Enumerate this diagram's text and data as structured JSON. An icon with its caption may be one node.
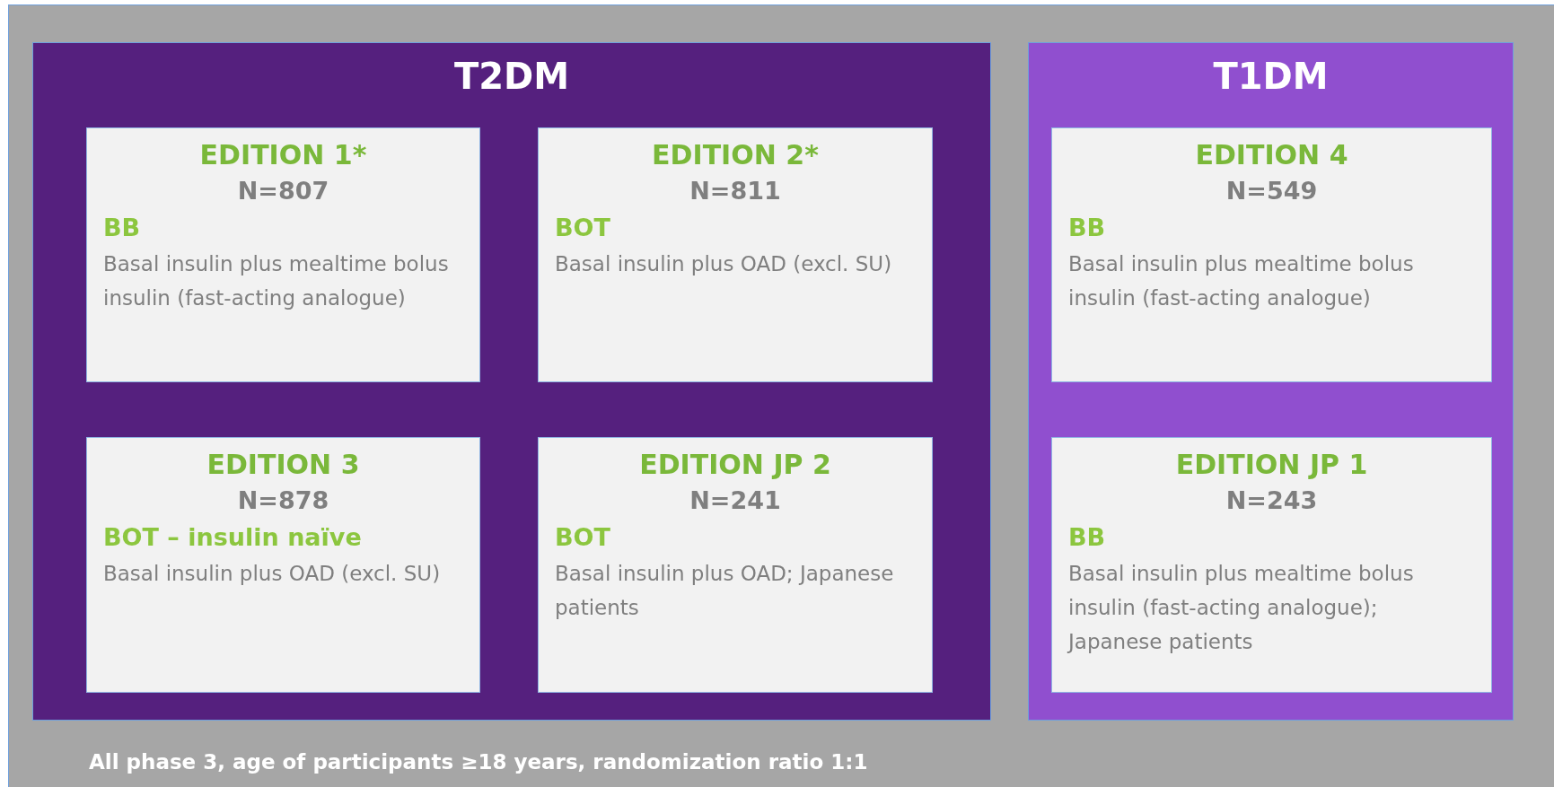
{
  "diagram": {
    "nodes": [
      {
        "text": [
          "T2DM"
        ]
      },
      {
        "text": [
          "EDITION 1*",
          "N=807",
          "BB",
          "Basal insulin plus mealtime bolus insulin (fast-acting analogue)"
        ],
        "in": 0
      },
      {
        "text": [
          "EDITION 2*",
          "N=811",
          "BOT",
          "Basal insulin plus OAD (excl. SU)"
        ],
        "in": 0
      },
      {
        "text": [
          "EDITION 3",
          "N=878",
          "BOT – insulin naïve",
          "Basal insulin plus OAD (excl. SU)"
        ],
        "in": 0
      },
      {
        "text": [
          "EDITION JP 2",
          "N=241",
          "BOT",
          "Basal insulin plus OAD; Japanese patients"
        ],
        "in": 0
      },
      {
        "text": [
          "T1DM"
        ]
      },
      {
        "text": [
          "EDITION 4",
          "N=549",
          "BB",
          "Basal insulin plus mealtime bolus insulin (fast-acting analogue)"
        ],
        "in": 5
      },
      {
        "text": [
          "EDITION JP 1",
          "N=243",
          "BB",
          "Basal insulin plus mealtime bolus insulin (fast-acting analogue); Japanese patients"
        ],
        "in": 5
      }
    ],
    "labels": [
      "All phase 3, age of participants ≥18 years, randomization ratio 1:1"
    ]
  }
}
